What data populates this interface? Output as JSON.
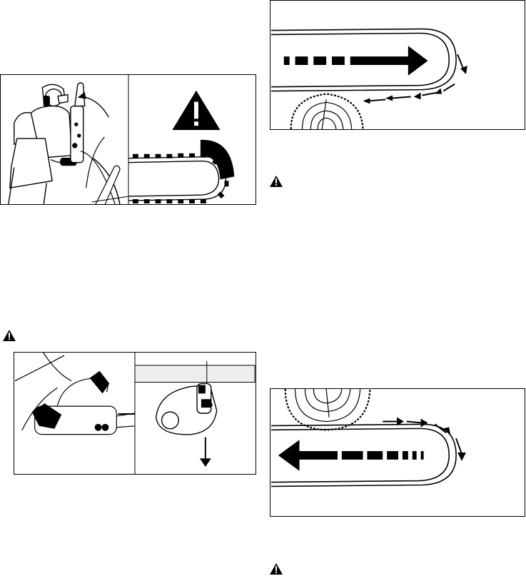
{
  "page": {
    "figures": [
      {
        "name": "kickback-reaction-figure",
        "depicts": "operator-with-chainsaw-kickback"
      },
      {
        "name": "chain-brake-figure",
        "depicts": "hand-on-chain-brake"
      },
      {
        "name": "pulling-chain-figure",
        "depicts": "chain-pulling-forward"
      },
      {
        "name": "pushing-chain-figure",
        "depicts": "chain-pushing-back"
      }
    ],
    "warning_icons": [
      "warning-icon",
      "warning-icon",
      "warning-icon"
    ],
    "colors": {
      "ink": "#000000",
      "paper": "#ffffff",
      "bar_fill": "#eeeeee"
    }
  }
}
